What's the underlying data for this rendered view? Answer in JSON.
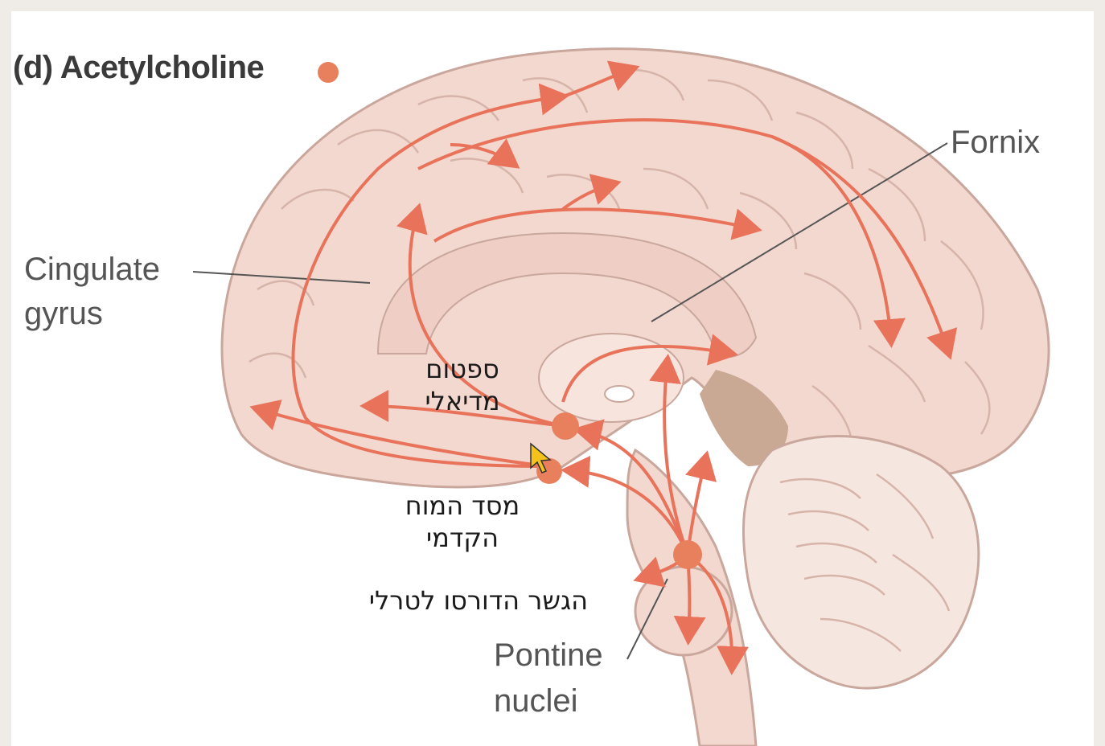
{
  "title": "(d) Acetylcholine",
  "legend_dot_color": "#e8805e",
  "arrow_color": "#e8735a",
  "brain_fill": "#f3d8cf",
  "labels": {
    "fornix": "Fornix",
    "cingulate_line1": "Cingulate",
    "cingulate_line2": "gyrus",
    "pontine_line1": "Pontine",
    "pontine_line2": "nuclei"
  },
  "hebrew_labels": {
    "medial_septum_line1": "ספטום",
    "medial_septum_line2": "מדיאלי",
    "basal_forebrain_line1": "מסד המוח",
    "basal_forebrain_line2": "הקדמי",
    "pons_lateral": "הגשר הדורסו לטרלי"
  },
  "cursor": "pointer-cursor"
}
